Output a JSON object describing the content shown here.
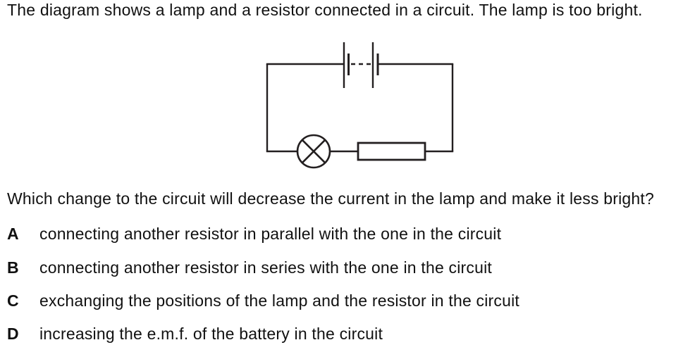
{
  "question": {
    "intro": "The diagram shows a lamp and a resistor connected in a circuit. The lamp is too bright.",
    "prompt": "Which change to the circuit will decrease the current in the lamp and make it less bright?",
    "options": [
      {
        "letter": "A",
        "text": "connecting another resistor in parallel with the one in the circuit"
      },
      {
        "letter": "B",
        "text": "connecting another resistor in series with the one in the circuit"
      },
      {
        "letter": "C",
        "text": "exchanging the positions of the lamp and the resistor in the circuit"
      },
      {
        "letter": "D",
        "text": "increasing the e.m.f. of the battery in the circuit"
      }
    ]
  },
  "diagram": {
    "description": "series circuit: battery of cells (two cells with dashed gap) on top wire, lamp and resistor on bottom wire",
    "components": [
      "battery-of-cells",
      "lamp",
      "resistor"
    ],
    "line_color": "#231f20",
    "background": "#ffffff"
  },
  "colors": {
    "page_background": "#ffffff",
    "text": "#111111"
  }
}
